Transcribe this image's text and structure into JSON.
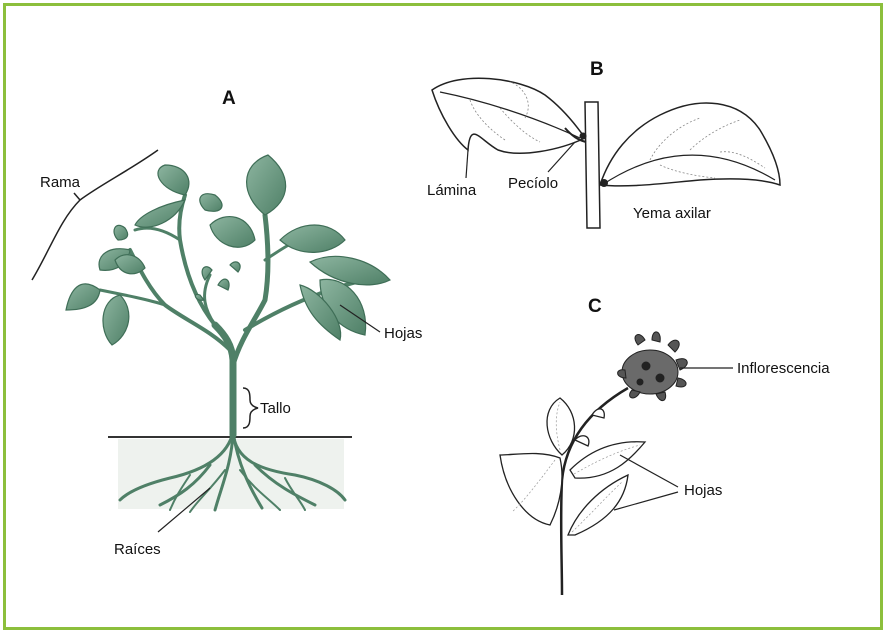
{
  "colors": {
    "border": "#8cbf3c",
    "leaf_fill": "#6f9c84",
    "leaf_dark": "#3f6e57",
    "stem": "#4f8067",
    "ink": "#111111"
  },
  "panels": {
    "a": {
      "letter": "A",
      "labels": {
        "rama": "Rama",
        "hojas": "Hojas",
        "tallo": "Tallo",
        "raices": "Raíces"
      }
    },
    "b": {
      "letter": "B",
      "labels": {
        "lamina": "Lámina",
        "peciolo": "Pecíolo",
        "yema_axilar": "Yema axilar"
      }
    },
    "c": {
      "letter": "C",
      "labels": {
        "inflorescencia": "Inflorescencia",
        "hojas": "Hojas"
      }
    }
  }
}
